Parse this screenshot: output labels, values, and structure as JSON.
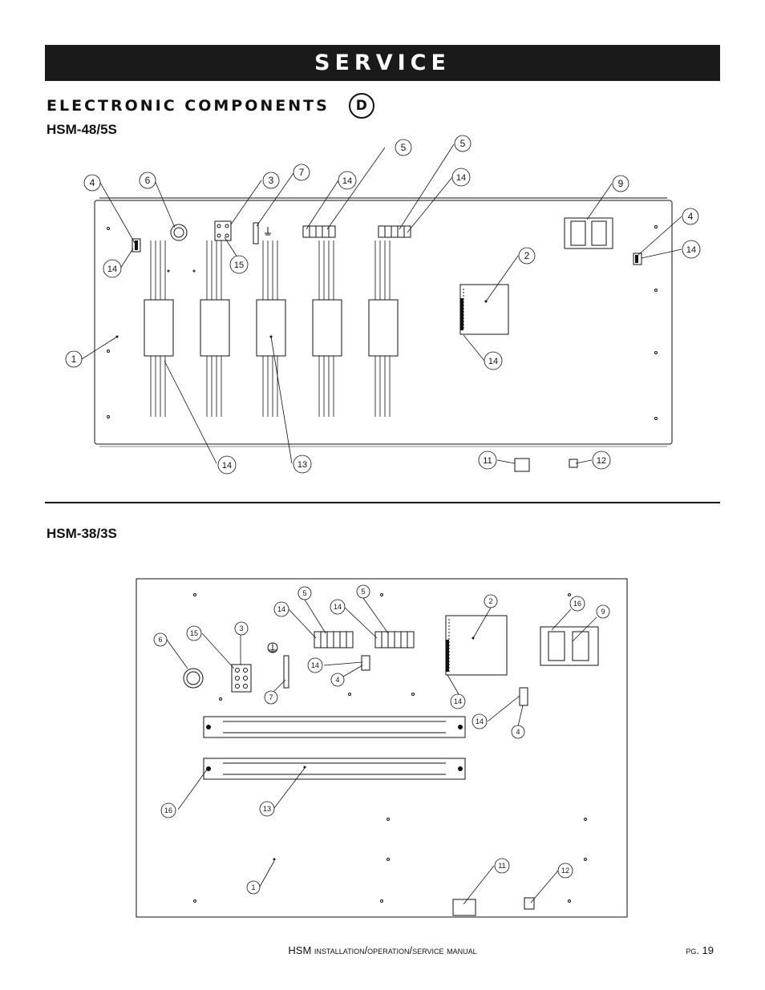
{
  "header": {
    "title": "SERVICE"
  },
  "section": {
    "title": "ELECTRONIC COMPONENTS",
    "badge": "D"
  },
  "diagram_a": {
    "model": "HSM-48/5S",
    "callouts": [
      "4",
      "6",
      "3",
      "7",
      "14",
      "5",
      "5",
      "14",
      "9",
      "4",
      "14",
      "14",
      "15",
      "2",
      "1",
      "14",
      "14",
      "13",
      "11",
      "12"
    ]
  },
  "diagram_b": {
    "model": "HSM-38/3S",
    "callouts": [
      "5",
      "5",
      "2",
      "16",
      "9",
      "14",
      "14",
      "6",
      "15",
      "3",
      "14",
      "4",
      "7",
      "14",
      "14",
      "4",
      "16",
      "13",
      "11",
      "12",
      "1"
    ]
  },
  "footer": {
    "title": "HSM installation/operation/service manual",
    "page": "pg. 19"
  }
}
